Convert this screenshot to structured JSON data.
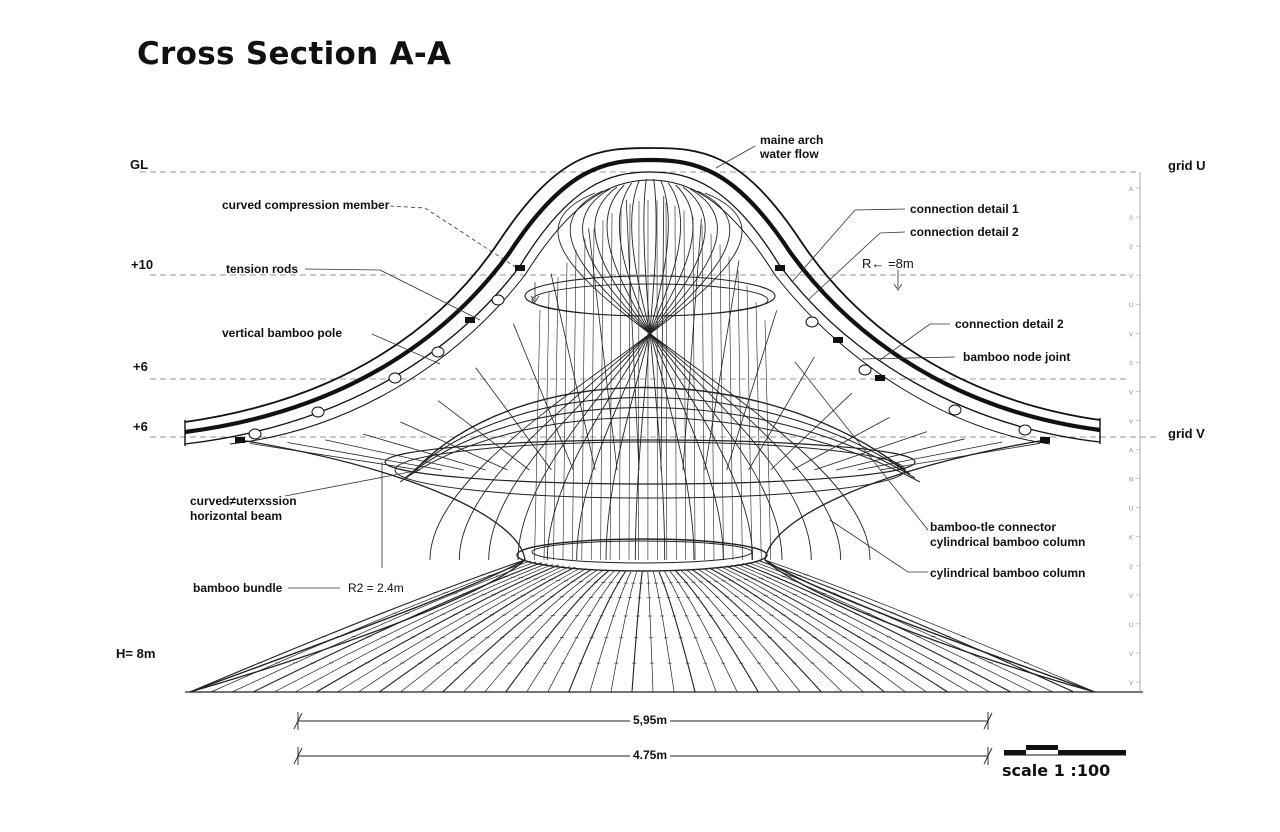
{
  "title": "Cross Section A-A",
  "levels": {
    "gl": "GL",
    "plus10": "+10",
    "plus6_upper": "+6",
    "plus6_lower": "+6",
    "height": "H= 8m"
  },
  "grids": {
    "grid_u": "grid U",
    "grid_v": "grid V",
    "side_ticks": [
      "A",
      "0",
      "0",
      "V",
      "U",
      "V",
      "0",
      "V",
      "V",
      "A",
      "N",
      "U",
      "K",
      "0",
      "V",
      "U",
      "V",
      "V"
    ]
  },
  "labels": {
    "main_arch": "maine arch",
    "water_flow": "water flow",
    "curved_compression": "curved compression member",
    "tension_rods": "tension rods",
    "vertical_pole": "vertical bamboo pole",
    "curved_intersection_1": "curved≠uterxssion",
    "curved_intersection_2": "horizontal beam",
    "bamboo_bundle": "bamboo bundle",
    "r2": "R2 = 2.4m",
    "r_upper": "R← =8m",
    "connection_1": "connection detail 1",
    "connection_2a": "connection detail 2",
    "connection_2b": "connection detail 2",
    "node_joint": "bamboo node joint",
    "tie_connector_1": "bamboo-tle connector",
    "tie_connector_2": "cylindrical bamboo column",
    "cylindrical_column": "cylindrical bamboo column"
  },
  "dimensions": {
    "outer": "5,95m",
    "inner": "4.75m"
  },
  "scale": "scale 1 :100"
}
